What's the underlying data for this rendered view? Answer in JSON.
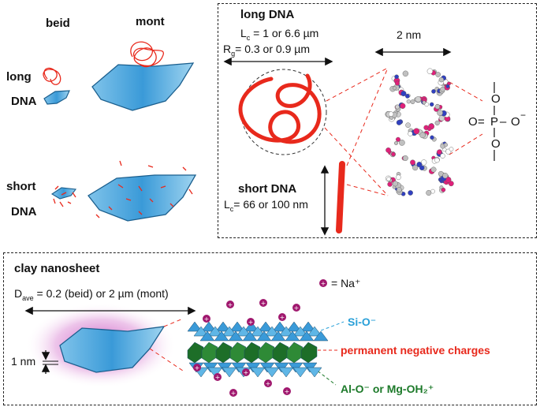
{
  "left_panel": {
    "col_beid": "beid",
    "col_mont": "mont",
    "row_long_1": "long",
    "row_long_2": "DNA",
    "row_short_1": "short",
    "row_short_2": "DNA"
  },
  "long_dna_panel": {
    "title": "long DNA",
    "lc_prefix": "L",
    "lc_sub": "c",
    "lc_value": " = 1 or 6.6 µm",
    "rg_prefix": "R",
    "rg_sub": "g",
    "rg_value": "= 0.3 or 0.9 µm",
    "width_label": "2 nm",
    "short_title": "short DNA",
    "short_prefix": "L",
    "short_sub": "c",
    "short_value": "= 66 or 100 nm",
    "phosphate": {
      "o_top": "O",
      "o_left": "O",
      "eq": "=",
      "p": "P",
      "dash": "–",
      "o_right": "O",
      "minus": "−",
      "o_bottom": "O"
    }
  },
  "clay_panel": {
    "title": "clay nanosheet",
    "dave_prefix": "D",
    "dave_sub": "ave",
    "dave_value": " = 0.2 (beid) or 2 µm (mont)",
    "thickness_label": "1 nm",
    "na_legend": "= Na⁺",
    "sio_label": "Si-O⁻",
    "charge_label": "permanent negative charges",
    "alo_label": "Al-O⁻ or Mg-OH₂⁺"
  },
  "colors": {
    "sheet_blue": "#4da8dc",
    "dna_red": "#e8291c",
    "sio_blue": "#2aa0d8",
    "charge_red": "#e8291c",
    "alo_green": "#1d7a2a",
    "na_purple": "#a0186e"
  }
}
